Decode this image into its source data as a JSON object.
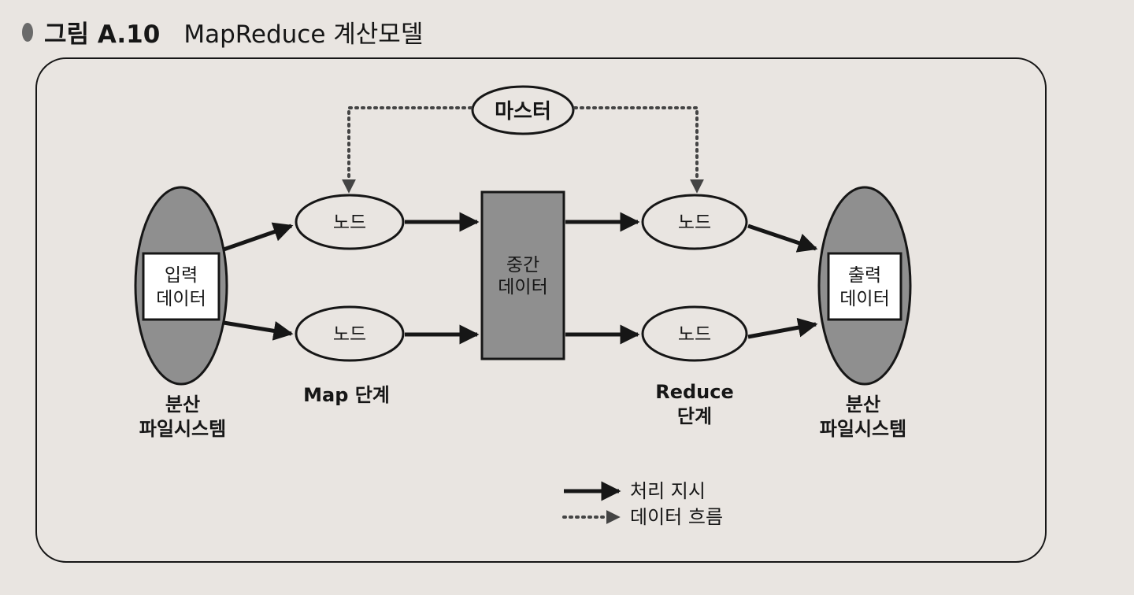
{
  "figure": {
    "number": "그림 A.10",
    "title": "MapReduce 계산모델"
  },
  "nodes": {
    "master": "마스터",
    "map_node_top": "노드",
    "map_node_bottom": "노드",
    "reduce_node_top": "노드",
    "reduce_node_bottom": "노드",
    "intermediate": [
      "중간",
      "데이터"
    ],
    "input_box": [
      "입력",
      "데이터"
    ],
    "output_box": [
      "출력",
      "데이터"
    ]
  },
  "labels": {
    "dfs_left": [
      "분산",
      "파일시스템"
    ],
    "map_stage": "Map 단계",
    "reduce_stage": [
      "Reduce",
      "단계"
    ],
    "dfs_right": [
      "분산",
      "파일시스템"
    ]
  },
  "legend": {
    "solid": "처리 지시",
    "dotted": "데이터 흐름"
  },
  "colors": {
    "background": "#e9e5e1",
    "gray_fill": "#8f8f8f",
    "stroke": "#161616"
  }
}
